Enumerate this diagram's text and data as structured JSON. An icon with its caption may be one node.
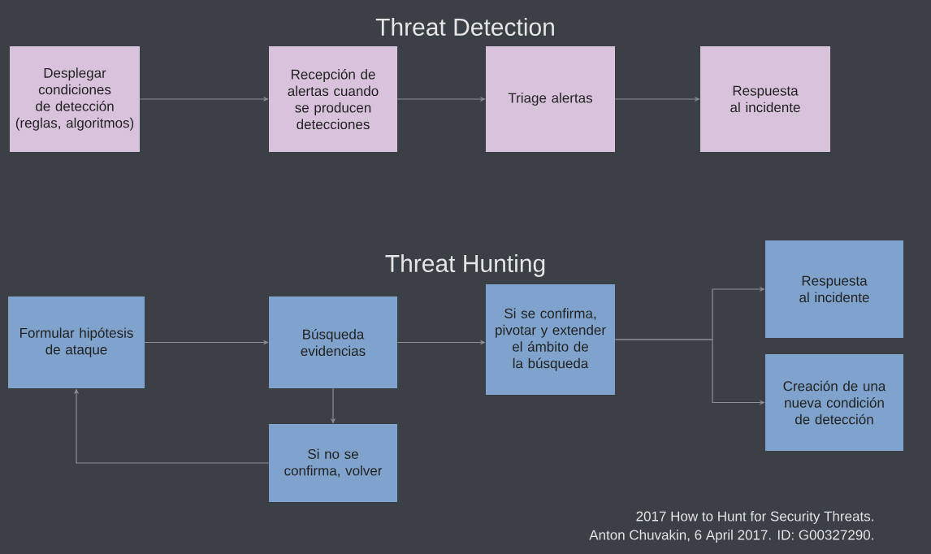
{
  "diagram": {
    "title": "Threat Detection",
    "nodes": [
      {
        "text": [
          "Desplegar condiciones de detección (reglas, algoritmos)"
        ]
      },
      {
        "text": [
          "Recepción de alertas cuando se producen detecciones"
        ]
      },
      {
        "text": [
          "Triage alertas"
        ]
      },
      {
        "text": [
          "Respuesta al incidente"
        ]
      },
      {
        "text": [
          "Formular hipótesis de ataque"
        ]
      },
      {
        "text": [
          "Búsqueda evidencias"
        ]
      },
      {
        "text": [
          "Si se confirma, pivotar y extender el ámbito de la búsqueda"
        ]
      },
      {
        "text": [
          "Respuesta al incidente"
        ]
      },
      {
        "text": [
          "Creación de una nueva condición de detección"
        ]
      },
      {
        "text": [
          "Si no se confirma, volver"
        ]
      }
    ],
    "edges": [
      {
        "from": 0,
        "to": 1,
        "arrow": "to"
      },
      {
        "from": 1,
        "to": 2,
        "arrow": "to"
      },
      {
        "from": 2,
        "to": 3,
        "arrow": "to"
      },
      {
        "from": 4,
        "to": 5,
        "arrow": "to"
      },
      {
        "from": 5,
        "to": 6,
        "arrow": "to"
      },
      {
        "from": 6,
        "to": 7,
        "arrow": "to"
      },
      {
        "from": 6,
        "to": 8,
        "arrow": "to"
      },
      {
        "from": 5,
        "to": 9,
        "arrow": "to"
      },
      {
        "from": 9,
        "to": 4,
        "arrow": "to"
      }
    ],
    "labels": [
      "Threat Hunting",
      "2017 How to Hunt for Security Threats.",
      "Anton Chuvakin, 6 April 2017. ID: G00327290."
    ]
  }
}
